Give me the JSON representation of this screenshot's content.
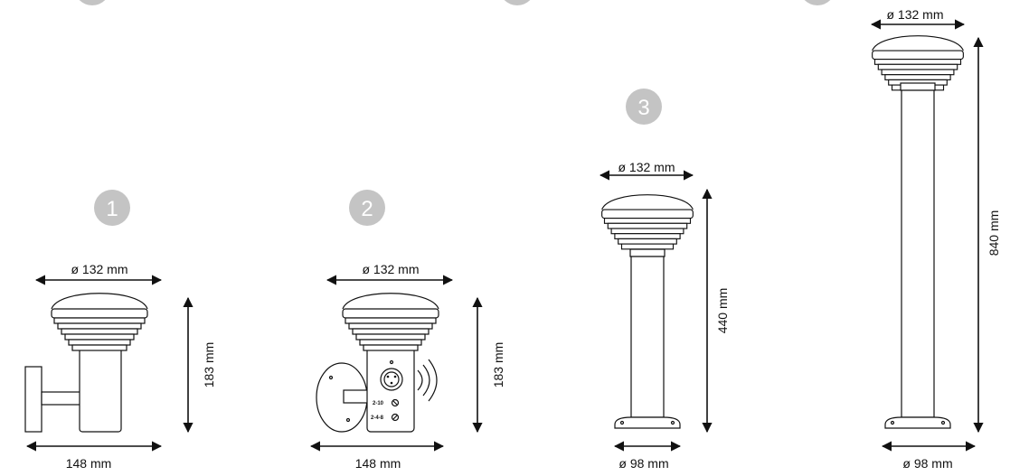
{
  "badges": {
    "one": "1",
    "two": "2",
    "three": "3"
  },
  "lamp1": {
    "diameter": "ø 132 mm",
    "height": "183 mm",
    "depth": "148 mm"
  },
  "lamp2": {
    "diameter": "ø 132 mm",
    "height": "183 mm",
    "depth": "148 mm",
    "sensor_label_1": "2-10",
    "sensor_label_2": "2-4-8"
  },
  "lamp3": {
    "diameter": "ø 132 mm",
    "height": "440 mm",
    "base": "ø 98 mm"
  },
  "lamp4": {
    "diameter": "ø 132 mm",
    "height": "840 mm",
    "base": "ø 98 mm"
  },
  "colors": {
    "badge": "#c4c4c4",
    "line": "#111111"
  }
}
